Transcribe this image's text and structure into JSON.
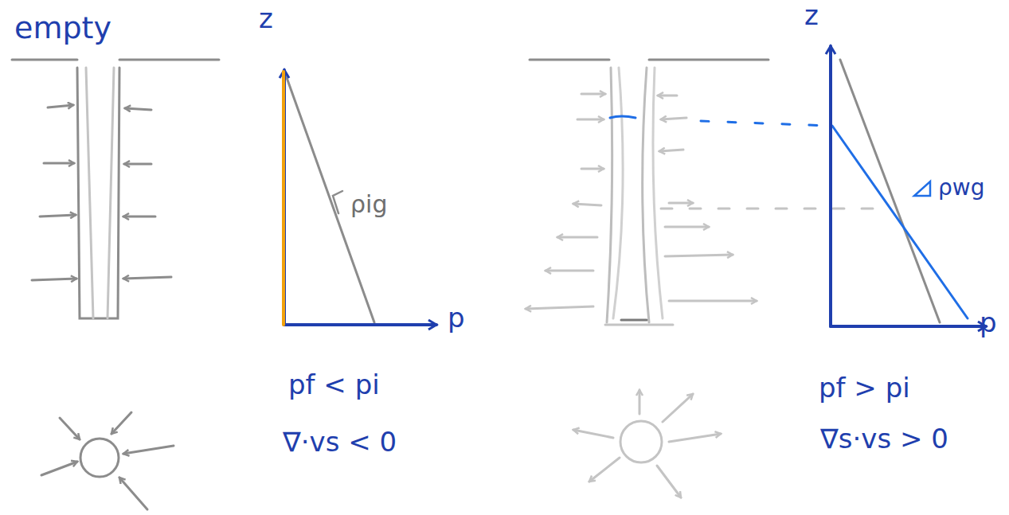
{
  "diagram": {
    "labels": [
      "empty",
      "z",
      "p",
      "ρig",
      "pf < pi",
      "∇·vs < 0",
      "z",
      "p",
      "ρwg",
      "pf > pi",
      "∇s·vs > 0"
    ]
  }
}
